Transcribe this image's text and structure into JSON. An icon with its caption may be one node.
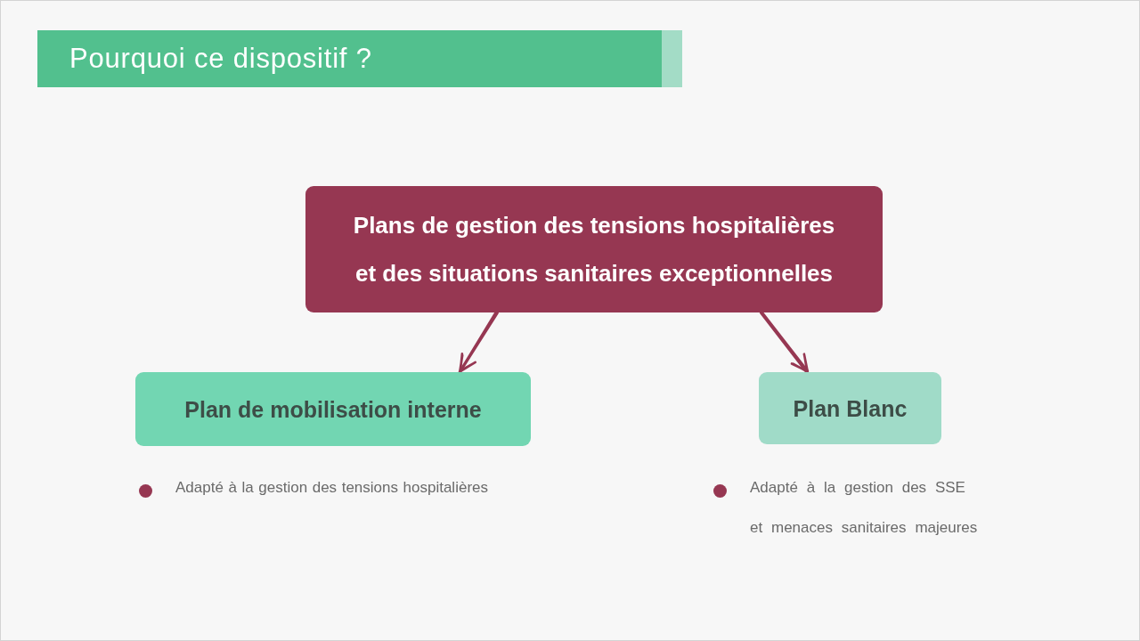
{
  "diagram": {
    "title": "Pourquoi ce dispositif ?",
    "nodes": [
      {
        "text": [
          "Plans de gestion des tensions hospitalières et des situations sanitaires exceptionnelles"
        ]
      },
      {
        "text": [
          "Plan de mobilisation interne"
        ],
        "beside": [
          "Adapté à la gestion des tensions hospitalières"
        ]
      },
      {
        "text": [
          "Plan Blanc"
        ],
        "beside": [
          "Adapté à la gestion des SSE et menaces sanitaires majeures"
        ]
      }
    ],
    "edges": [
      {
        "from": 0,
        "to": 1,
        "arrow": "to"
      },
      {
        "from": 0,
        "to": 2,
        "arrow": "to"
      }
    ]
  }
}
